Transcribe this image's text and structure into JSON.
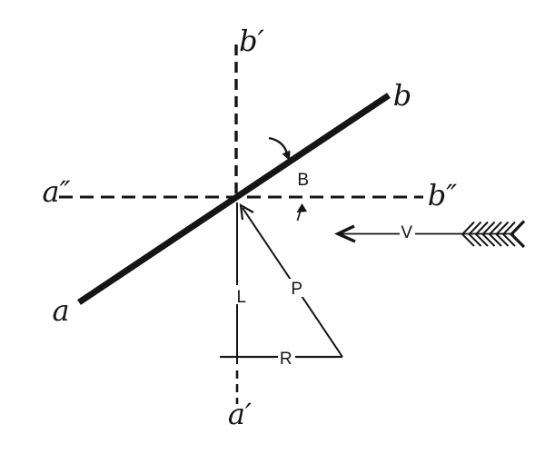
{
  "diagram": {
    "description": "Aerofoil chord line ab inclined at angle B to the relative wind V, with lift L, drag R and resultant pressure P vectors",
    "background_color": "#ffffff",
    "ink_color": "#151515",
    "labels": {
      "chord_lower_end": "a",
      "chord_upper_end": "b",
      "vertical_axis_top": "b′",
      "vertical_axis_bottom": "a′",
      "horizontal_axis_left": "a″",
      "horizontal_axis_right": "b″",
      "angle_of_incidence": "B",
      "lift_force": "L",
      "resultant_force": "P",
      "drag_force": "R",
      "wind_velocity": "V"
    }
  }
}
